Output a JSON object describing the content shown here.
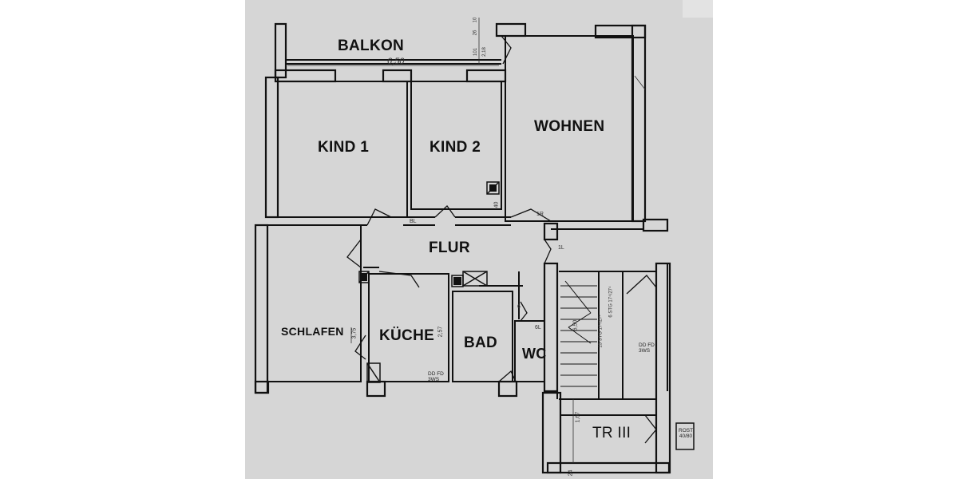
{
  "rooms": {
    "balkon": "BALKON",
    "kind1": "KIND 1",
    "kind2": "KIND 2",
    "wohnen": "WOHNEN",
    "flur": "FLUR",
    "schlafen": "SCHLAFEN",
    "kueche": "KÜCHE",
    "bad": "BAD",
    "wc": "WC",
    "treppe": "TR III"
  },
  "annotations": {
    "balkon_width": "6,50",
    "top_dims": [
      "10",
      "26",
      "101",
      "2,18"
    ],
    "flur_40": "40",
    "door_bl": "BL",
    "door_1r": "1R",
    "door_1l": "1L",
    "door_6l": "6L",
    "mark_6": "6",
    "schlafen_dim": "3,75",
    "kueche_dim": "2,57",
    "kueche_ddfd": "DD FD",
    "kueche_3ws": "3WS",
    "stair_dim": "6,50",
    "stair_steps_a": "15 STG 17²/27²",
    "stair_steps_b": "6 STG 17⁴/27⁴",
    "stair_ddfd": "DD FD",
    "stair_3ws": "3WS",
    "landing_dim": "1,67",
    "bottom_dim": "24",
    "rost_line1": "ROST",
    "rost_line2": "40/80"
  },
  "colors": {
    "background": "#ffffff",
    "paper": "#d6d6d6",
    "wall": "#111111",
    "line": "#1a1a1a"
  }
}
